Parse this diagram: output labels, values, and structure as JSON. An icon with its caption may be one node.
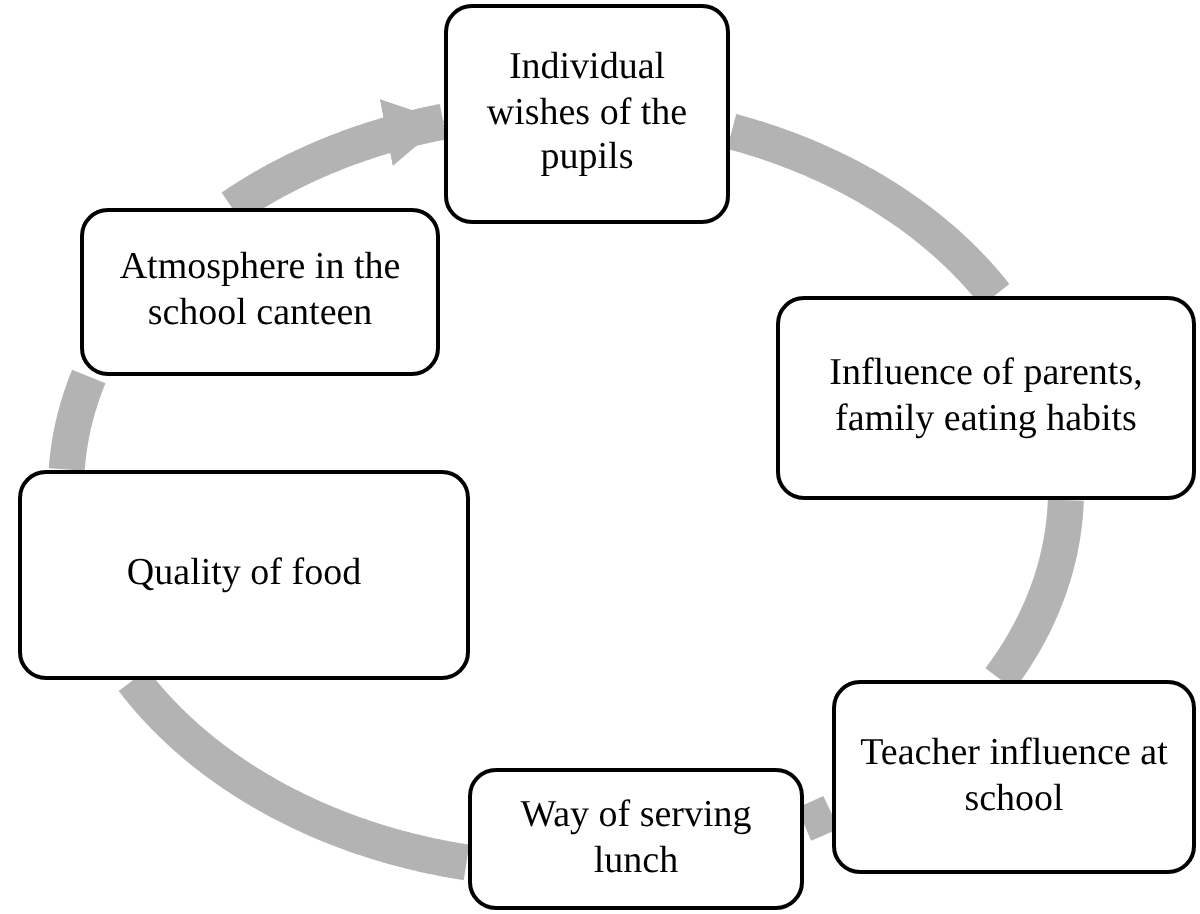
{
  "diagram": {
    "nodes": [
      {
        "text": [
          "Individual wishes of the pupils"
        ]
      },
      {
        "text": [
          "Influence of parents, family eating habits"
        ]
      },
      {
        "text": [
          "Teacher influence at school"
        ]
      },
      {
        "text": [
          "Way of serving lunch"
        ]
      },
      {
        "text": [
          "Quality of food"
        ]
      },
      {
        "text": [
          "Atmosphere in the school canteen"
        ]
      }
    ],
    "edges": [
      {
        "from": 0,
        "to": 1,
        "arrow": "none"
      },
      {
        "from": 1,
        "to": 2,
        "arrow": "none"
      },
      {
        "from": 2,
        "to": 3,
        "arrow": "none"
      },
      {
        "from": 3,
        "to": 4,
        "arrow": "none"
      },
      {
        "from": 4,
        "to": 5,
        "arrow": "none"
      },
      {
        "from": 5,
        "to": 0,
        "arrow": "to"
      }
    ]
  }
}
